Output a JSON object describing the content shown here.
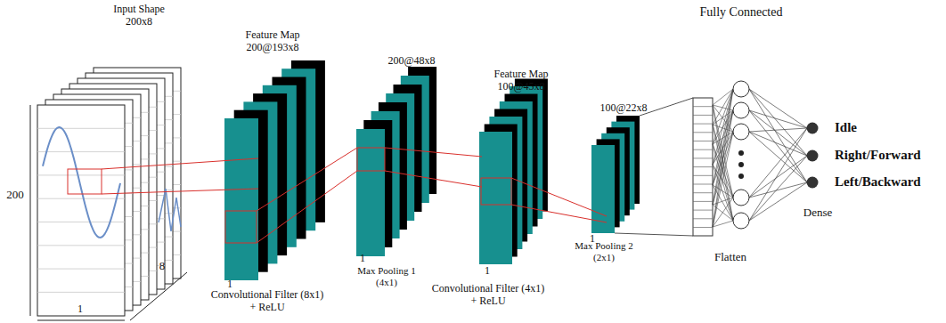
{
  "diagram": {
    "labels": [
      "Input Shape 200x8",
      "Feature Map 200@193x8",
      "200@48x8",
      "Feature Map 100@45x8",
      "100@22x8",
      "Convolutional Filter (8x1) + ReLU",
      "Max Pooling 1 (4x1)",
      "Convolutional Filter (4x1) + ReLU",
      "Max Pooling 2 (2x1)",
      "1",
      "1",
      "1",
      "1",
      "1",
      "200",
      "8",
      "Fully Connected",
      "Flatten",
      "Dense",
      "Idle",
      "Right/Forward",
      "Left/Backward"
    ]
  }
}
